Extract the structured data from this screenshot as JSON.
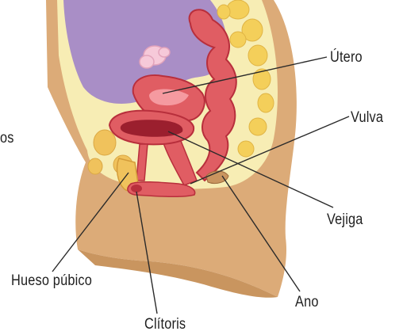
{
  "diagram": {
    "labels": {
      "utero": "Útero",
      "vulva": "Vulva",
      "vejiga": "Vejiga",
      "hueso_pubico": "Hueso púbico",
      "ano": "Ano",
      "clitoris": "Clítoris",
      "cut_fragment": "os"
    },
    "colors": {
      "skin": "#dcab78",
      "skin_shadow": "#c9955f",
      "cavity": "#f7edb4",
      "abdomen": "#a98ec6",
      "fat": "#f4cf5a",
      "organ": "#e05d63",
      "organ_dark": "#b82f3c",
      "organ_light": "#f59aa0",
      "ovary": "#f6c9d9",
      "bone": "#f0c25c",
      "leader_line": "#2a2a2a"
    }
  }
}
